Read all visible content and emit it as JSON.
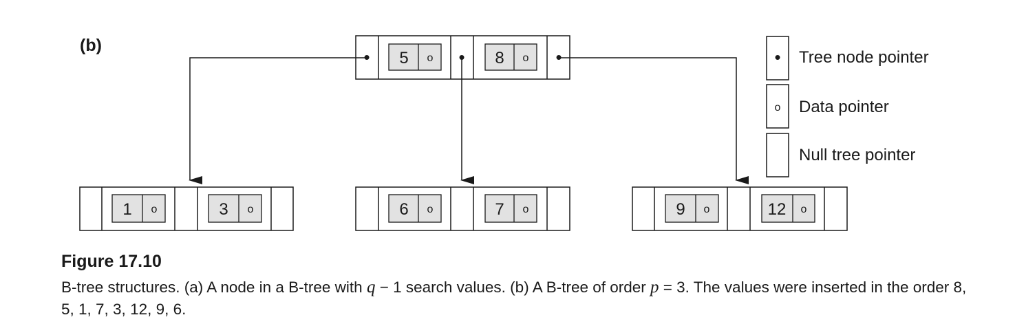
{
  "panel_label": "(b)",
  "root": {
    "keys": [
      {
        "value": "5",
        "data_pointer": "o"
      },
      {
        "value": "8",
        "data_pointer": "o"
      }
    ],
    "tree_pointers": [
      "•",
      "•",
      "•"
    ]
  },
  "leaves": [
    {
      "keys": [
        {
          "value": "1",
          "data_pointer": "o"
        },
        {
          "value": "3",
          "data_pointer": "o"
        }
      ]
    },
    {
      "keys": [
        {
          "value": "6",
          "data_pointer": "o"
        },
        {
          "value": "7",
          "data_pointer": "o"
        }
      ]
    },
    {
      "keys": [
        {
          "value": "9",
          "data_pointer": "o"
        },
        {
          "value": "12",
          "data_pointer": "o"
        }
      ]
    }
  ],
  "legend": {
    "tree_node_pointer": {
      "symbol": "•",
      "label": "Tree node pointer"
    },
    "data_pointer": {
      "symbol": "o",
      "label": "Data pointer"
    },
    "null_tree_pointer": {
      "symbol": "",
      "label": "Null tree pointer"
    }
  },
  "figure": {
    "title": "Figure 17.10",
    "caption": {
      "part1": "B-tree structures. (a) A node in a B-tree with ",
      "var_q": "q",
      "part2": " − 1 search values. (b) A B-tree of order ",
      "var_p": "p",
      "part3": " = 3. The values were inserted in the order 8, 5, 1, 7, 3, 12, 9, 6."
    }
  },
  "colors": {
    "key_fill": "#e2e2e2",
    "stroke": "#1a1a1a",
    "background": "#ffffff"
  }
}
